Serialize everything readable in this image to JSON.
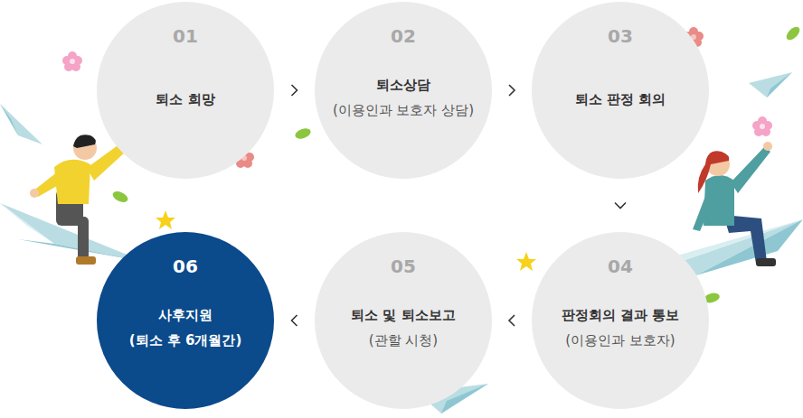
{
  "diagram": {
    "nodes": [
      {
        "text": [
          "01",
          "퇴소 희망"
        ]
      },
      {
        "text": [
          "02",
          "퇴소상담",
          "(이용인과 보호자 상담)"
        ]
      },
      {
        "text": [
          "03",
          "퇴소 판정 회의"
        ]
      },
      {
        "text": [
          "04",
          "판정회의 결과 통보",
          "(이용인과 보호자)"
        ]
      },
      {
        "text": [
          "05",
          "퇴소 및 퇴소보고",
          "(관할 시청)"
        ]
      },
      {
        "text": [
          "06",
          "사후지원",
          "(퇴소 후 6개월간)"
        ]
      }
    ],
    "edges": [
      {
        "from": 0,
        "to": 1,
        "arrow": "to"
      },
      {
        "from": 1,
        "to": 2,
        "arrow": "to"
      },
      {
        "from": 2,
        "to": 3,
        "arrow": "to"
      },
      {
        "from": 3,
        "to": 4,
        "arrow": "to"
      },
      {
        "from": 4,
        "to": 5,
        "arrow": "to"
      }
    ]
  }
}
